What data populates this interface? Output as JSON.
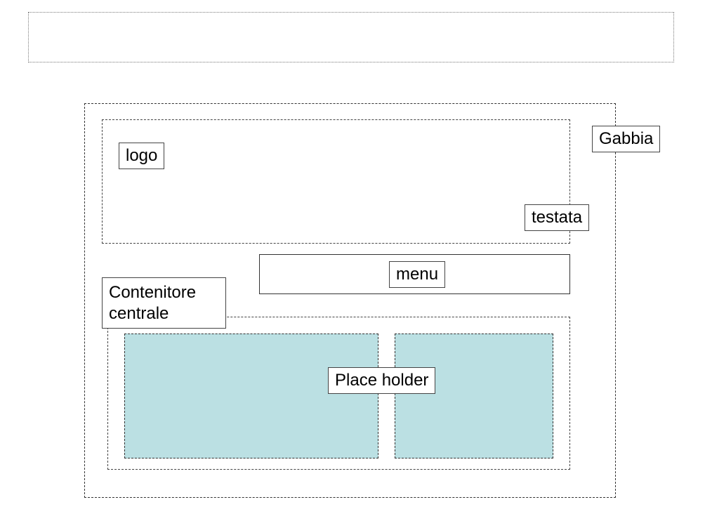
{
  "diagram": {
    "labels": {
      "gabbia": "Gabbia",
      "logo": "logo",
      "testata": "testata",
      "menu": "menu",
      "contenitore_centrale": "Contenitore centrale",
      "place_holder": "Place holder"
    },
    "colors": {
      "placeholder_fill": "#bbe0e3",
      "border": "#333333"
    }
  }
}
